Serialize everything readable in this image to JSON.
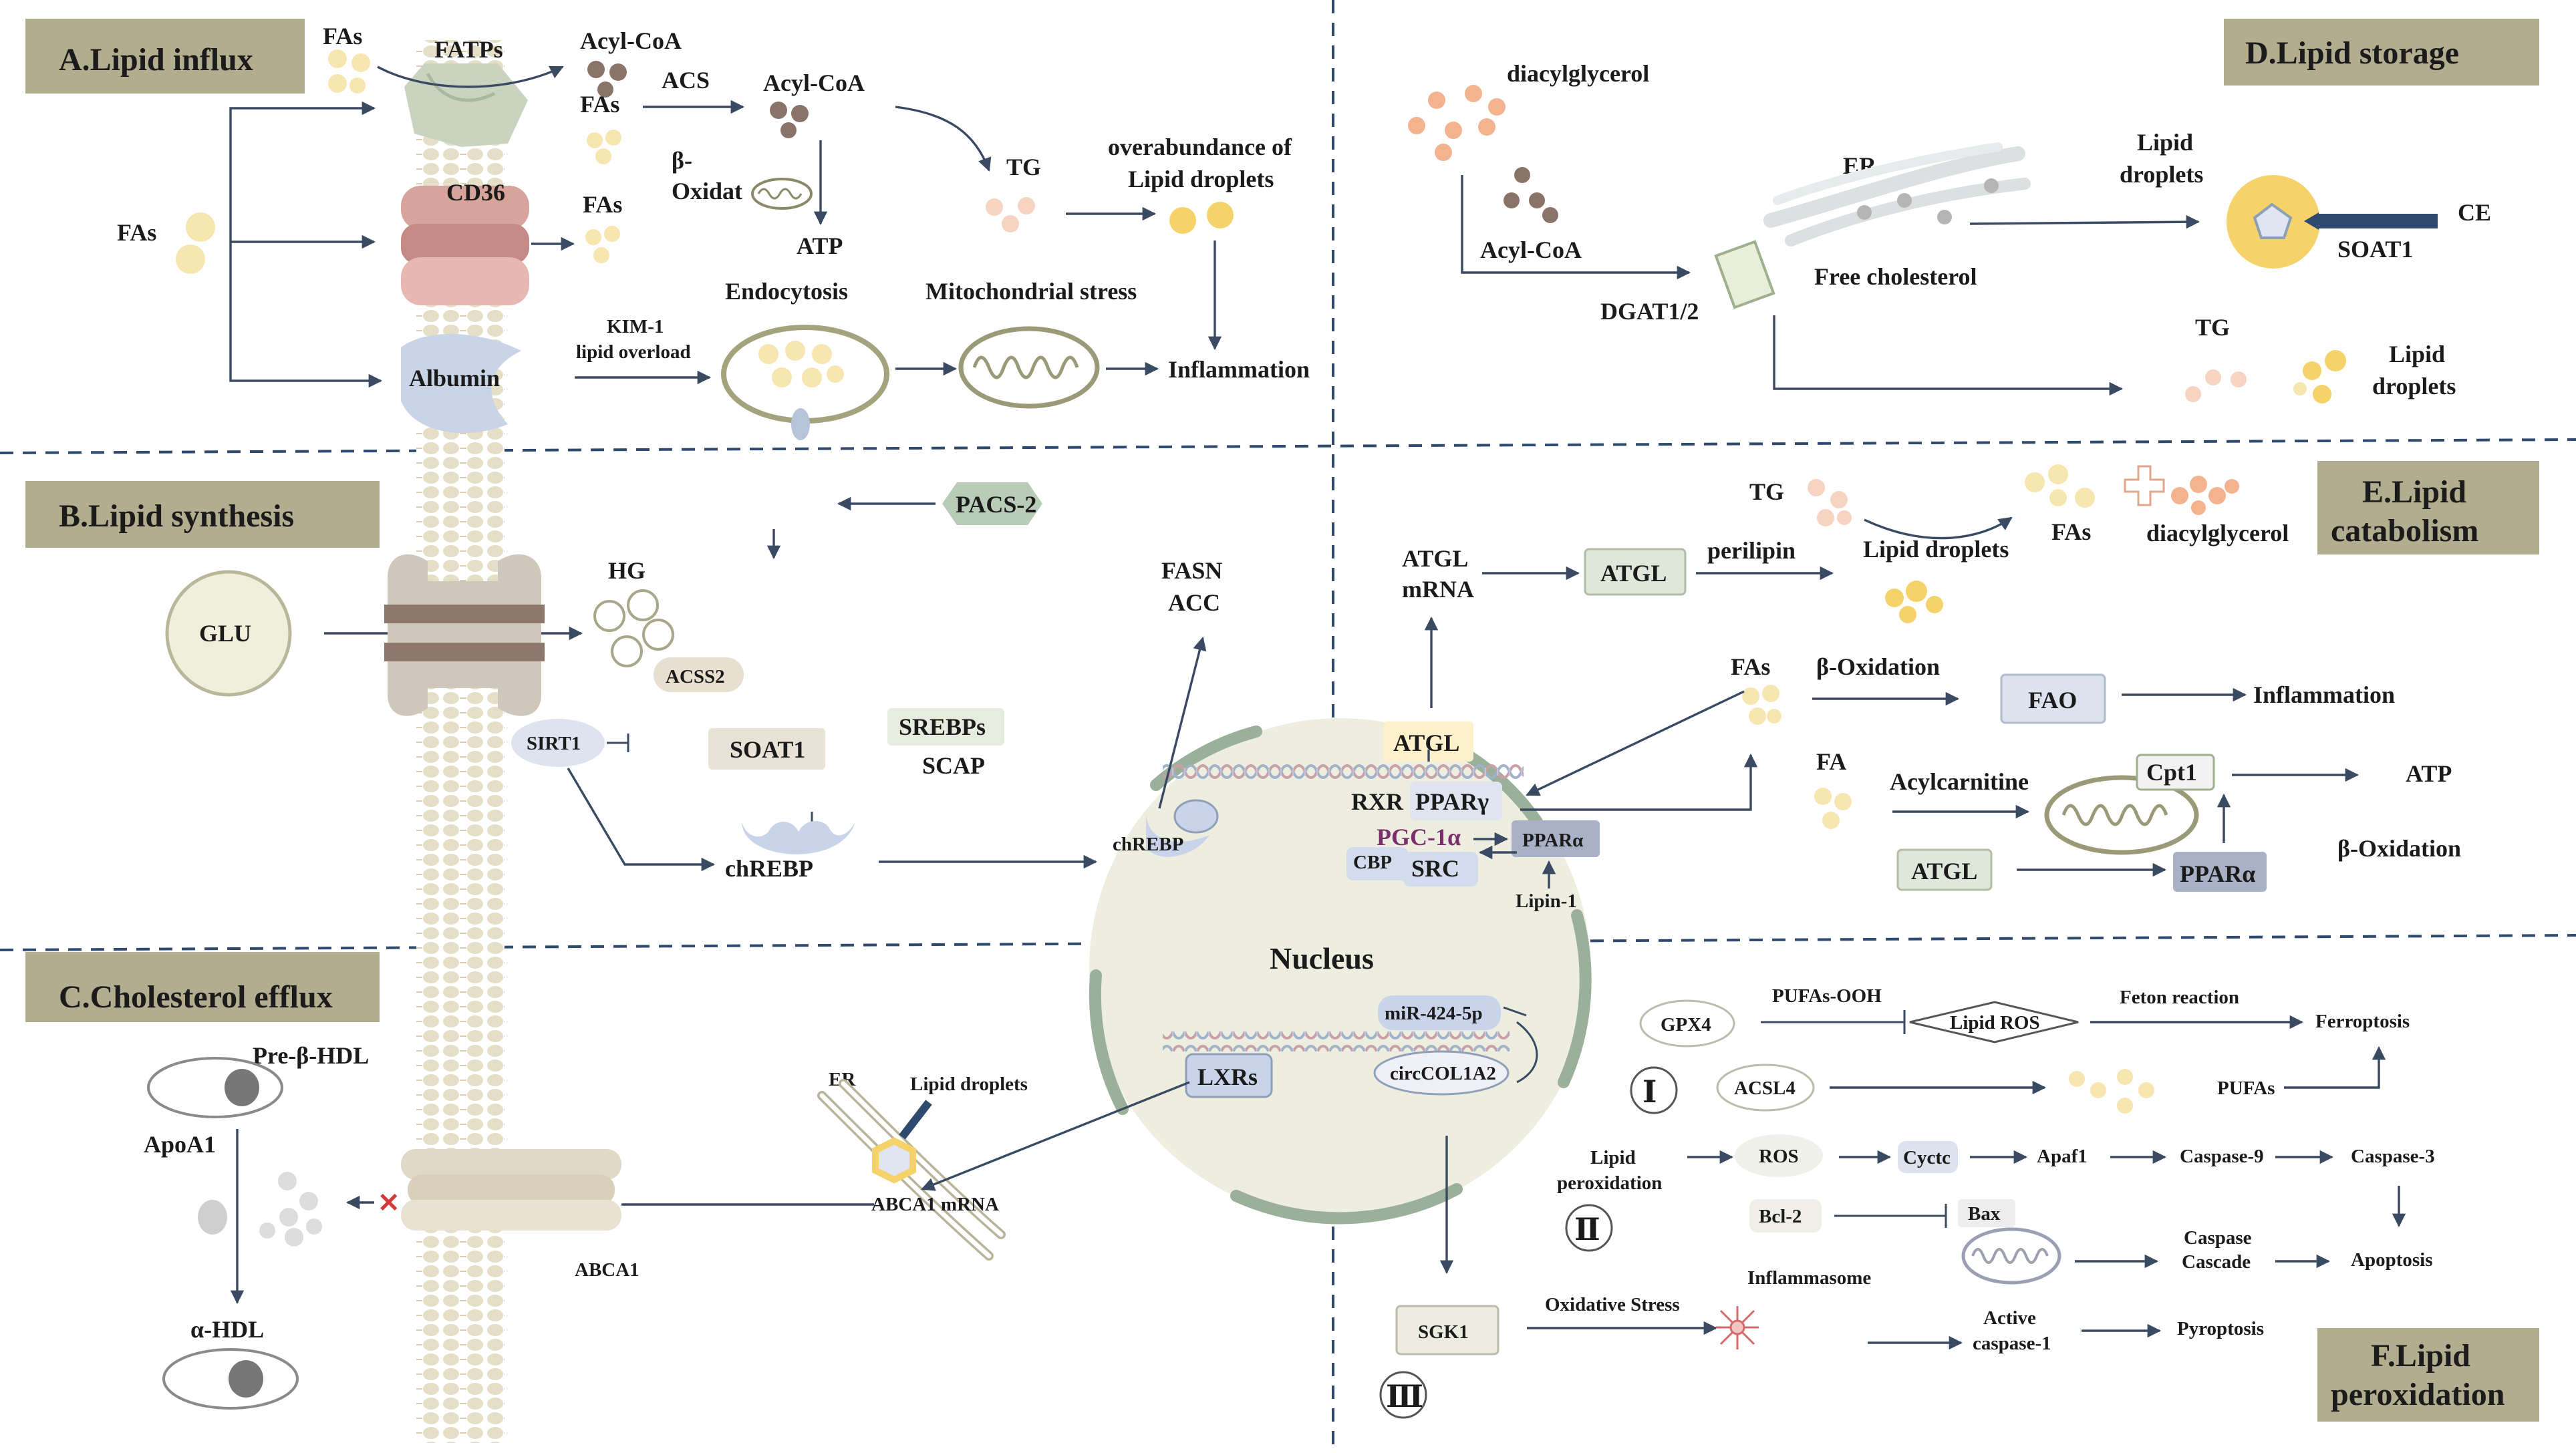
{
  "sections": {
    "a": "A.Lipid influx",
    "b": "B.Lipid synthesis",
    "c": "C.Cholesterol efflux",
    "d": "D.Lipid storage",
    "e_line1": "E.Lipid",
    "e_line2": "catabolism",
    "f_line1": "F.Lipid",
    "f_line2": "peroxidation"
  },
  "panel_a": {
    "fas_top": "FAs",
    "fatps": "FATPs",
    "acylcoa_top": "Acyl-CoA",
    "fas_mid": "FAs",
    "acs": "ACS",
    "acylcoa_mid": "Acyl-CoA",
    "beta": "β-",
    "oxidat": "Oxidat",
    "tg": "TG",
    "overabundance_1": "overabundance of",
    "overabundance_2": "Lipid droplets",
    "fas_left": "FAs",
    "cd36": "CD36",
    "fas_cd36": "FAs",
    "atp": "ATP",
    "endocytosis": "Endocytosis",
    "mito_stress": "Mitochondrial stress",
    "kim1": "KIM-1",
    "lipid_overload": "lipid overload",
    "albumin": "Albumin",
    "inflammation": "Inflammation"
  },
  "panel_b": {
    "pacs2": "PACS-2",
    "glu": "GLU",
    "hg": "HG",
    "acss2": "ACSS2",
    "sirt1": "SIRT1",
    "soat1": "SOAT1",
    "srebps": "SREBPs",
    "scap": "SCAP",
    "chrebp": "chREBP",
    "fasn": "FASN",
    "acc": "ACC",
    "chrebp_nucleus": "chREBP"
  },
  "nucleus": {
    "label": "Nucleus",
    "atgl": "ATGL",
    "rxr": "RXR",
    "ppar_gamma": "PPARγ",
    "pgc1a": "PGC-1α",
    "ppar_alpha": "PPARα",
    "cbp": "CBP",
    "src": "SRC",
    "lipin1": "Lipin-1",
    "mir424": "miR-424-5p",
    "circcol": "circCOL1A2",
    "lxrs": "LXRs"
  },
  "panel_c": {
    "pre_beta_hdl": "Pre-β-HDL",
    "apoa1": "ApoA1",
    "alpha_hdl": "α-HDL",
    "abca1": "ABCA1",
    "er": "ER",
    "lipid_droplets": "Lipid droplets",
    "abca1_mrna": "ABCA1 mRNA"
  },
  "panel_d": {
    "diacylglycerol": "diacylglycerol",
    "acylcoa": "Acyl-CoA",
    "er": "ER",
    "lipid_1": "Lipid",
    "droplets_1": "droplets",
    "ce": "CE",
    "soat1": "SOAT1",
    "free_cholesterol": "Free cholesterol",
    "dgat": "DGAT1/2",
    "tg": "TG",
    "lipid_2": "Lipid",
    "droplets_2": "droplets"
  },
  "panel_e": {
    "tg": "TG",
    "atgl_mrna_1": "ATGL",
    "atgl_mrna_2": "mRNA",
    "atgl": "ATGL",
    "perilipin": "perilipin",
    "lipid_droplets": "Lipid droplets",
    "fas": "FAs",
    "diacylglycerol": "diacylglycerol",
    "fas2": "FAs",
    "beta_oxidation": "β-Oxidation",
    "fao": "FAO",
    "inflammation": "Inflammation",
    "fa": "FA",
    "acylcarnitine": "Acylcarnitine",
    "cpt1": "Cpt1",
    "atp": "ATP",
    "atgl2": "ATGL",
    "ppar_alpha": "PPARα",
    "beta_oxidation2": "β-Oxidation"
  },
  "panel_f": {
    "gpx4": "GPX4",
    "pufas_ooh": "PUFAs-OOH",
    "lipid_ros": "Lipid ROS",
    "feton": "Feton reaction",
    "ferroptosis": "Ferroptosis",
    "roman1": "Ⅰ",
    "acsl4": "ACSL4",
    "pufas": "PUFAs",
    "lipid": "Lipid",
    "peroxidation": "peroxidation",
    "ros": "ROS",
    "cyctc": "Cyctc",
    "apaf1": "Apaf1",
    "caspase9": "Caspase-9",
    "caspase3": "Caspase-3",
    "roman2": "Ⅱ",
    "bcl2": "Bcl-2",
    "bax": "Bax",
    "caspase_1": "Caspase",
    "cascade": "Cascade",
    "apoptosis": "Apoptosis",
    "sgk1": "SGK1",
    "oxidative_stress": "Oxidative Stress",
    "inflammasome": "Inflammasome",
    "active": "Active",
    "caspase1": "caspase-1",
    "pyroptosis": "Pyroptosis",
    "roman3": "Ⅲ"
  },
  "colors": {
    "section_bg": "#b3ad8f",
    "arrow": "#3a4a62",
    "droplet_yellow": "#f5d36a",
    "droplet_pale": "#f7e6b0",
    "brown": "#8a7368",
    "nucleus_fill": "#eeeee0",
    "nucleus_border": "#9bb09a",
    "membrane": "#e6dfc8",
    "peach": "#f5c2a2"
  }
}
